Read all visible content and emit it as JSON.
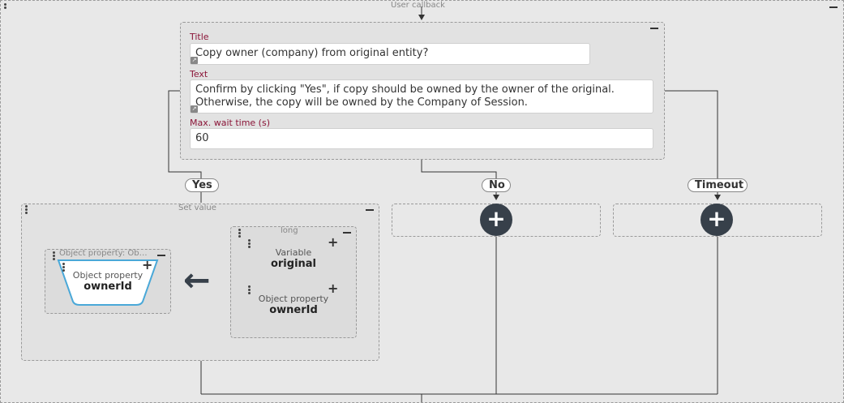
{
  "root": {
    "caption": "User callback"
  },
  "dialog": {
    "title_label": "Title",
    "title_value": "Copy owner (company) from original entity?",
    "text_label": "Text",
    "text_value_line1": "Confirm by clicking \"Yes\", if copy should be owned by the owner of the original.",
    "text_value_line2": "Otherwise, the copy will be owned by the Company of Session.",
    "wait_label": "Max. wait time (s)",
    "wait_value": "60"
  },
  "branches": {
    "yes": "Yes",
    "no": "No",
    "timeout": "Timeout"
  },
  "set_value": {
    "caption": "Set value",
    "target_caption": "Object property: Ob…",
    "target_node": {
      "type": "Object property",
      "name": "ownerId"
    },
    "source_caption": "long",
    "source_node_1": {
      "type": "Variable",
      "name": "original"
    },
    "source_node_2": {
      "type": "Object property",
      "name": "ownerId"
    },
    "arrow": "←"
  },
  "icons": {
    "add": "+",
    "collapse": "minus-icon",
    "drag": "drag-handle-icon",
    "expand": "expand-icon"
  },
  "colors": {
    "label": "#8b1538",
    "node_border": "#4aa8d8",
    "add_button": "#37404a"
  }
}
